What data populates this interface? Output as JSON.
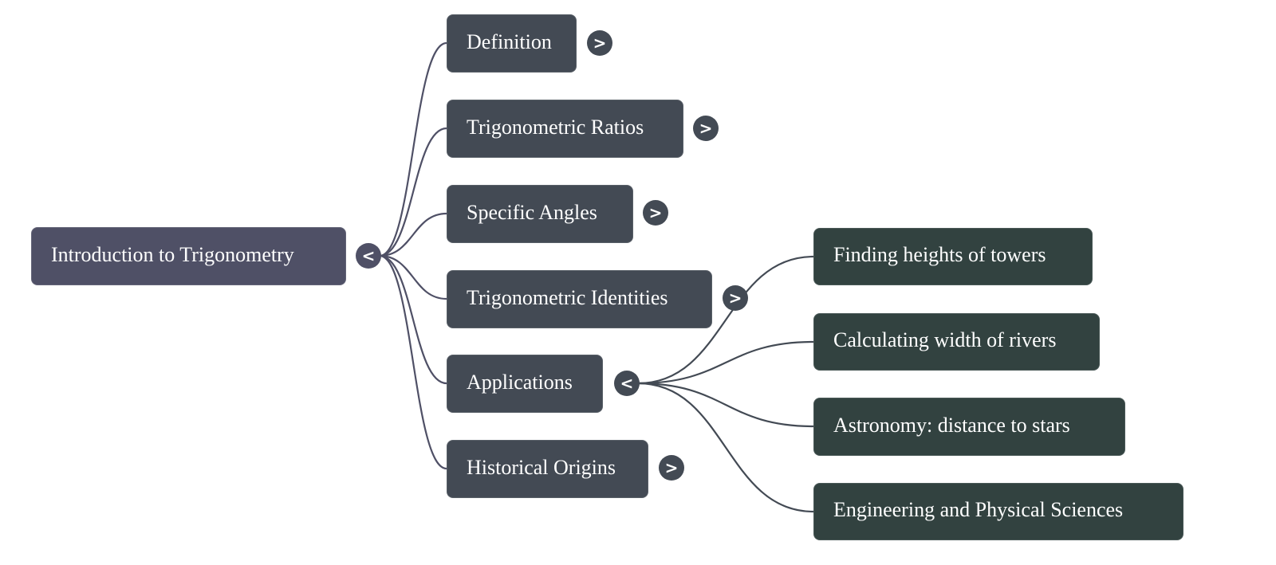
{
  "mindmap": {
    "root": {
      "label": "Introduction to Trigonometry",
      "toggle": "<",
      "toggle_icon": "collapse-chevron-left",
      "expanded": true
    },
    "branches": [
      {
        "label": "Definition",
        "toggle": ">",
        "toggle_icon": "expand-chevron-right",
        "expanded": false,
        "children": []
      },
      {
        "label": "Trigonometric Ratios",
        "toggle": ">",
        "toggle_icon": "expand-chevron-right",
        "expanded": false,
        "children": []
      },
      {
        "label": "Specific Angles",
        "toggle": ">",
        "toggle_icon": "expand-chevron-right",
        "expanded": false,
        "children": []
      },
      {
        "label": "Trigonometric Identities",
        "toggle": ">",
        "toggle_icon": "expand-chevron-right",
        "expanded": false,
        "children": []
      },
      {
        "label": "Applications",
        "toggle": "<",
        "toggle_icon": "collapse-chevron-left",
        "expanded": true,
        "children": [
          {
            "label": "Finding heights of towers"
          },
          {
            "label": "Calculating width of rivers"
          },
          {
            "label": "Astronomy: distance to stars"
          },
          {
            "label": "Engineering and Physical Sciences"
          }
        ]
      },
      {
        "label": "Historical Origins",
        "toggle": ">",
        "toggle_icon": "expand-chevron-right",
        "expanded": false,
        "children": []
      }
    ]
  },
  "colors": {
    "root_fill": "#4f5066",
    "level1_fill": "#434a54",
    "level2_fill": "#324240",
    "root_link": "#4f5066",
    "level1_link": "#434a54",
    "text": "#ffffff",
    "background": "#ffffff"
  }
}
